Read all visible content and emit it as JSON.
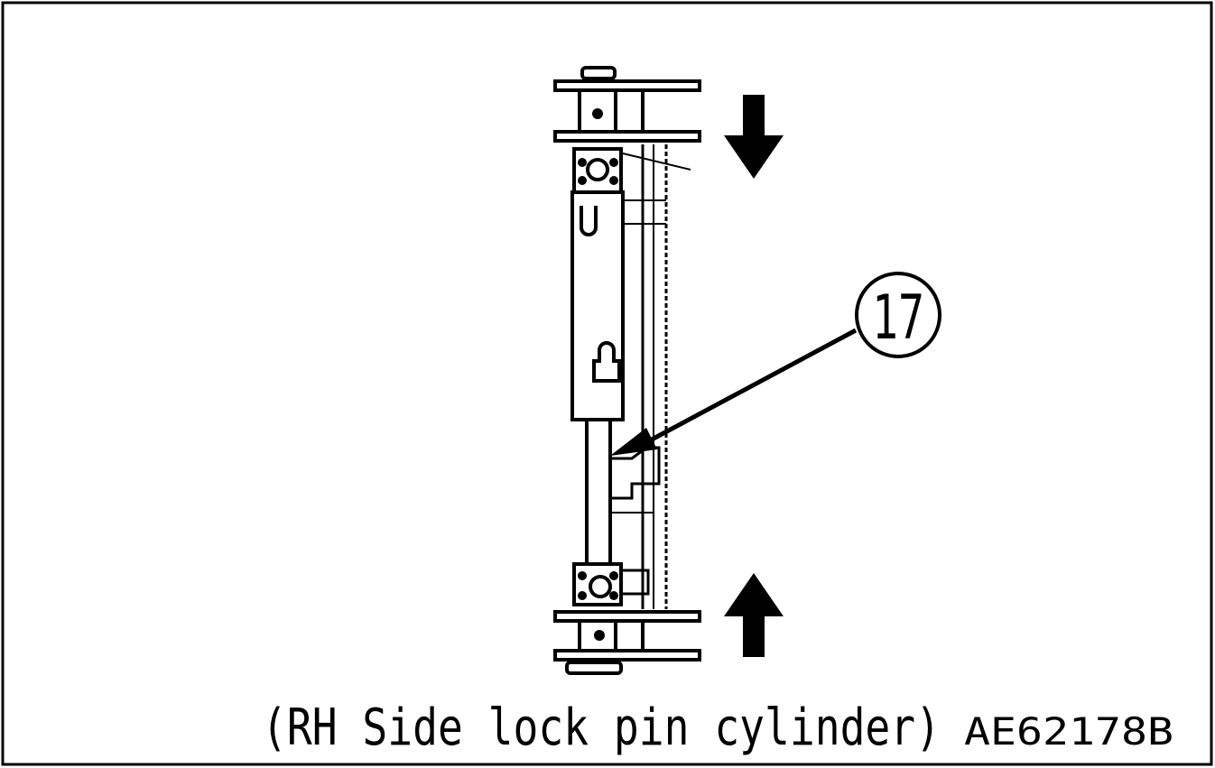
{
  "figure": {
    "callout_number": "17",
    "caption": "(RH Side lock pin cylinder)",
    "figure_code": "AE62178B",
    "icons": {
      "top_arrow": "arrow-down-icon",
      "bottom_arrow": "arrow-up-icon"
    },
    "colors": {
      "ink": "#000000",
      "paper": "#ffffff"
    }
  }
}
